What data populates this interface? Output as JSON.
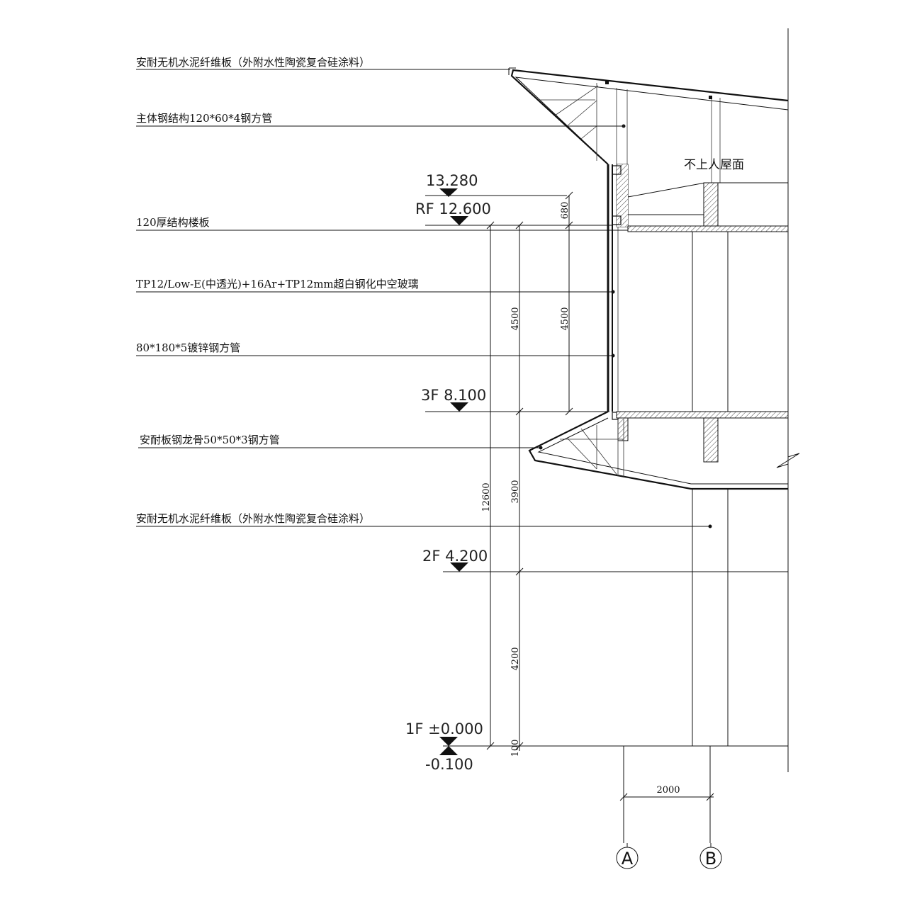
{
  "annotations": [
    "安耐无机水泥纤维板（外附水性陶瓷复合硅涂料）",
    "主体钢结构120*60*4钢方管",
    "120厚结构楼板",
    "TP12/Low-E(中透光)+16Ar+TP12mm超白钢化中空玻璃",
    "80*180*5镀锌钢方管",
    "安耐板钢龙骨50*50*3钢方管",
    "安耐无机水泥纤维板（外附水性陶瓷复合硅涂料）"
  ],
  "roof_note": "不上人屋面",
  "levels": {
    "top": "13.280",
    "rf": "RF 12.600",
    "f3": "3F 8.100",
    "f2": "2F 4.200",
    "f1": "1F ±0.000",
    "ground": "-0.100"
  },
  "dimensions": {
    "d680": "680",
    "d4500a": "4500",
    "d4500b": "4500",
    "d3900": "3900",
    "d12600": "12600",
    "d4200": "4200",
    "d100": "100",
    "d2000": "2000"
  },
  "axes": [
    "A",
    "B"
  ]
}
